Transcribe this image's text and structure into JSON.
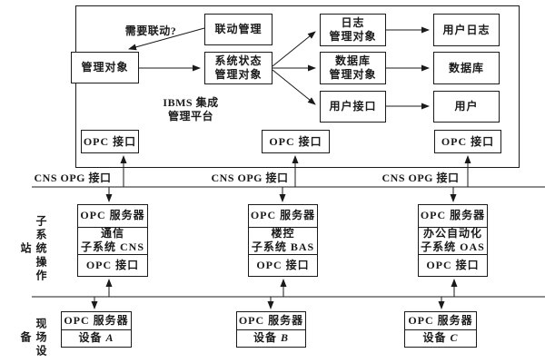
{
  "platform": {
    "title_line1": "IBMS 集成",
    "title_line2": "管理平台",
    "question": "需要联动?",
    "linkage": "联动管理",
    "managed": "管理对象",
    "status_l1": "系统状态",
    "status_l2": "管理对象",
    "log_l1": "日志",
    "log_l2": "管理对象",
    "dbmgr_l1": "数据库",
    "dbmgr_l2": "管理对象",
    "user_if": "用户接口",
    "user_log": "用户日志",
    "database": "数据库",
    "user": "用户",
    "opc_interface": "OPC 接口"
  },
  "bus": {
    "label_left": "CNS OPG 接口",
    "label_middle": "CNS OPG 接口",
    "label_right": "CNS OPG 接口"
  },
  "side": {
    "operation_layer": "子系统操作站",
    "field_devices": "现场设备"
  },
  "subsystems": [
    {
      "server": "OPC 服务器",
      "name_l1": "通信",
      "name_l2": "子系统 CNS",
      "interface": "OPC 接口"
    },
    {
      "server": "OPC 服务器",
      "name_l1": "楼控",
      "name_l2": "子系统 BAS",
      "interface": "OPC 接口"
    },
    {
      "server": "OPC 服务器",
      "name_l1": "办公自动化",
      "name_l2": "子系统 OAS",
      "interface": "OPC 接口"
    }
  ],
  "devices": [
    {
      "server": "OPC 服务器",
      "name": "设备",
      "letter": "A"
    },
    {
      "server": "OPC 服务器",
      "name": "设备",
      "letter": "B"
    },
    {
      "server": "OPC 服务器",
      "name": "设备",
      "letter": "C"
    }
  ],
  "colors": {
    "line": "#1a1a1a",
    "background": "#ffffff"
  }
}
